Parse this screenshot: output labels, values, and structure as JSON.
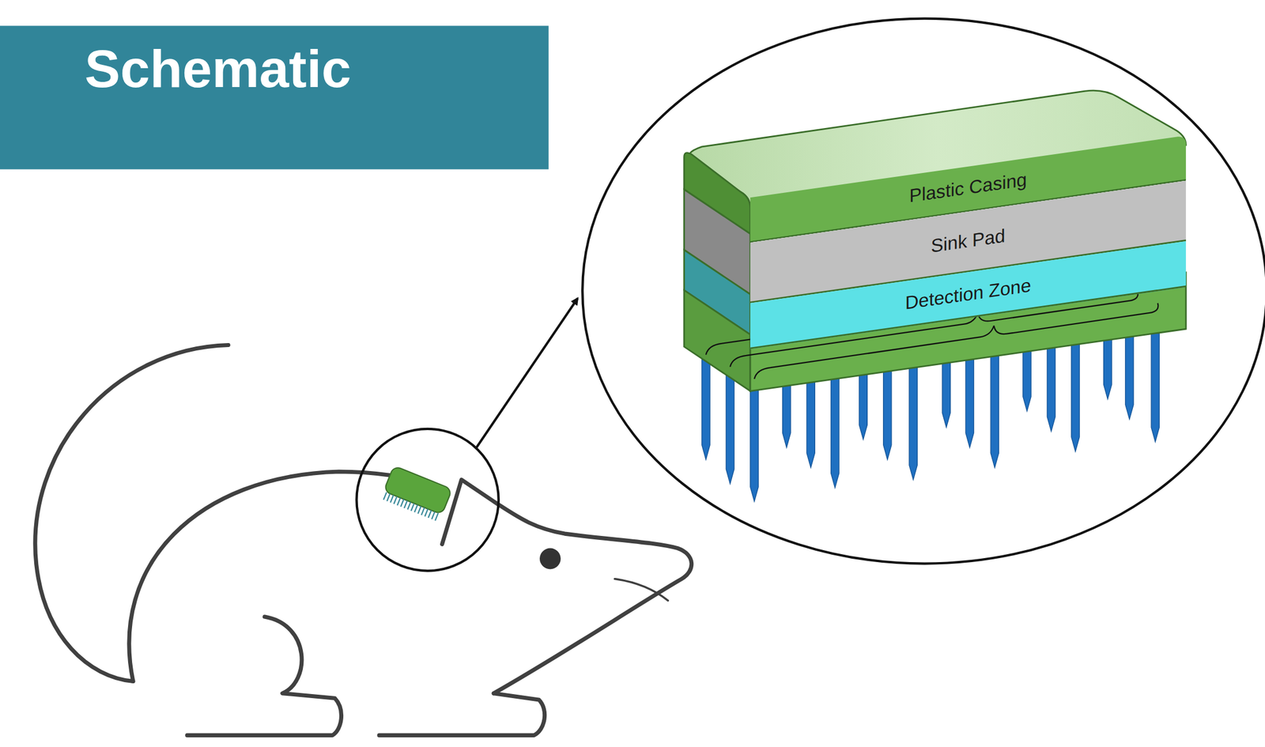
{
  "diagram": {
    "title": "Schematic",
    "nodes": [
      {
        "text": [
          "Plastic Casing"
        ]
      },
      {
        "text": [
          "Sink Pad"
        ]
      },
      {
        "text": [
          "Detection Zone"
        ]
      }
    ]
  }
}
